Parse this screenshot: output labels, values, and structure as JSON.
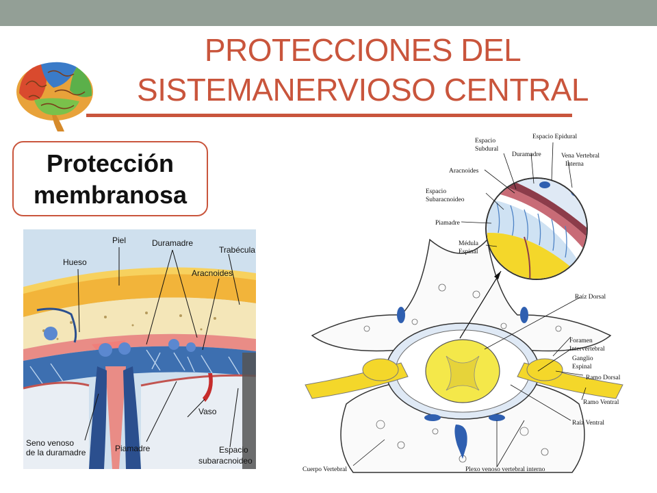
{
  "slide": {
    "title_line1": "PROTECCIONES DEL",
    "title_line2": "SISTEMANERVIOSO CENTRAL",
    "badge_line1": "Protección",
    "badge_line2": "membranosa"
  },
  "left_figure": {
    "labels": {
      "piel": "Piel",
      "hueso": "Hueso",
      "duramadre": "Duramadre",
      "trabecula": "Trabécula",
      "aracnoides": "Aracnoides",
      "vaso": "Vaso",
      "seno1": "Seno venoso",
      "seno2": "de la duramadre",
      "piamadre": "Piamadre",
      "espacio1": "Espacio",
      "espacio2": "subaracnoideo"
    }
  },
  "right_figure": {
    "labels": {
      "espacio_subdural1": "Espacio",
      "espacio_subdural2": "Subdural",
      "espacio_epidural": "Espacio Epidural",
      "duramadre": "Duramadre",
      "vena1": "Vena Vertebral",
      "vena2": "Interna",
      "aracnoides": "Aracnoides",
      "subaracnoideo1": "Espacio",
      "subaracnoideo2": "Subaracnoideo",
      "piamadre": "Piamadre",
      "medula1": "Médula",
      "medula2": "Espinal",
      "raiz_dorsal": "Raíz Dorsal",
      "foramen1": "Foramen",
      "foramen2": "Intervertebral",
      "ganglio1": "Ganglio",
      "ganglio2": "Espinal",
      "ramo_dorsal": "Ramo Dorsal",
      "ramo_ventral": "Ramo Ventral",
      "raiz_ventral": "Raíz Ventral",
      "cuerpo": "Cuerpo Vertebral",
      "plexo": "Plexo venoso vertebral interno"
    }
  },
  "colors": {
    "accent": "#c9553c",
    "top_bar": "#939f96"
  }
}
